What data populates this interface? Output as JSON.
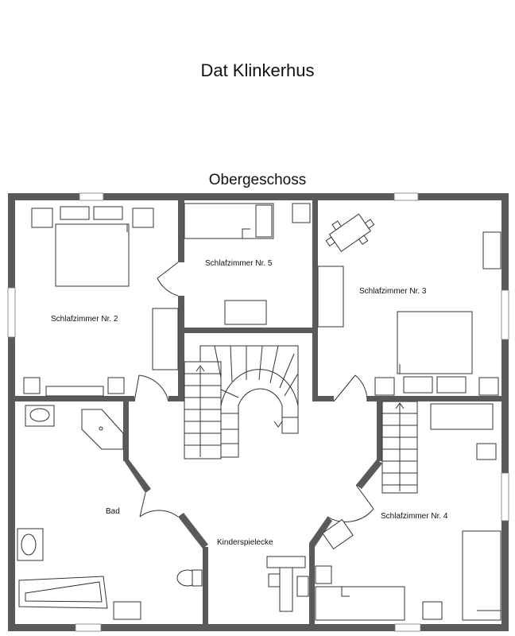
{
  "plan": {
    "title": "Dat Klinkerhus",
    "floor": "Obergeschoss",
    "rooms": {
      "schlafzimmer_2": "Schlafzimmer Nr. 2",
      "schlafzimmer_5": "Schlafzimmer Nr. 5",
      "schlafzimmer_3": "Schlafzimmer Nr. 3",
      "schlafzimmer_4": "Schlafzimmer Nr. 4",
      "bad": "Bad",
      "kinderspielecke": "Kinderspielecke"
    }
  },
  "colors": {
    "wall": "#5a5a5a",
    "line": "#333333",
    "background": "#ffffff"
  }
}
